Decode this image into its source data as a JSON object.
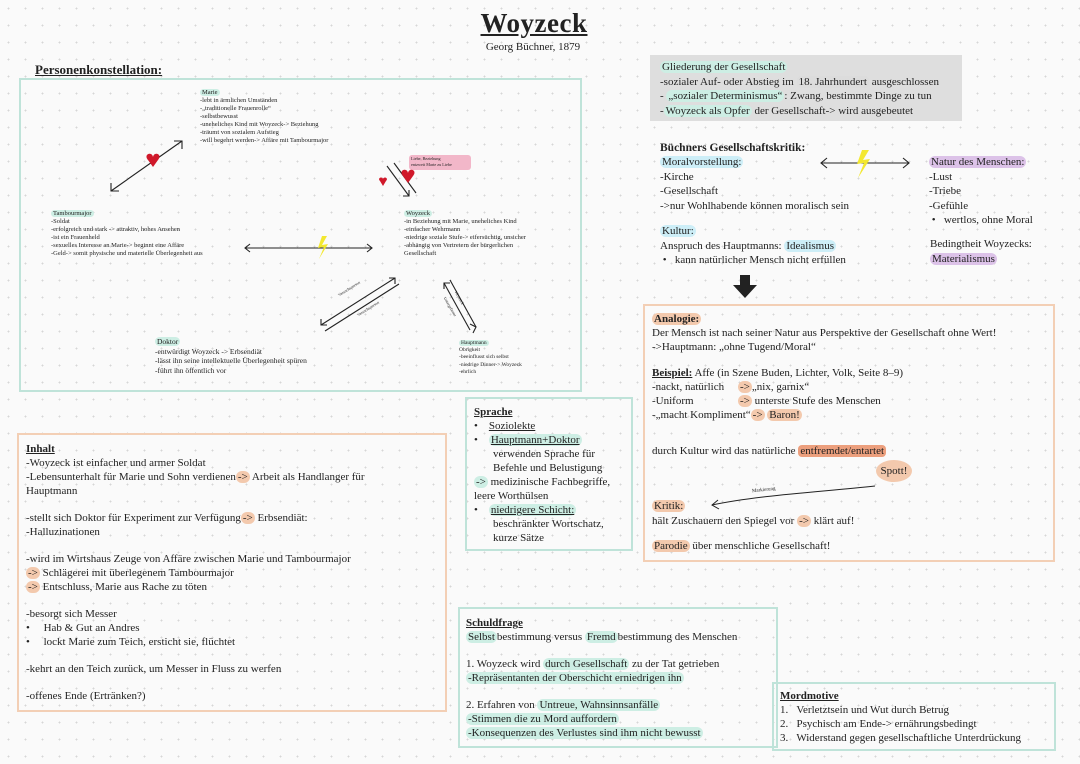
{
  "title": "Woyzeck",
  "subtitle": "Georg Büchner, 1879",
  "personen": {
    "heading": "Personenkonstellation:",
    "marie": {
      "name": "Marie",
      "lines": [
        "-lebt in ärmlichen Umständen",
        "-„traditionelle Frauenrolle“",
        "-selbstbewusst",
        "-uneheliches Kind mit Woyzeck-> Beziehung",
        "-träumt von sozialem Aufstieg",
        "-will begehrt werden-> Affäre mit Tambourmajor"
      ]
    },
    "tambourmajor": {
      "name": "Tambourmajor",
      "lines": [
        "-Soldat",
        "-erfolgreich und stark -> attraktiv, hohes Ansehen",
        "-ist ein Frauenheld",
        "-sexuelles Interesse an Marie-> beginnt eine Affäre",
        "-Geld-> somit physische und materielle Überlegenheit aus"
      ]
    },
    "woyzeck": {
      "name": "Woyzeck",
      "lines": [
        "-in Beziehung mit Marie, uneheliches Kind",
        "-einfacher Wehrmann",
        "-niedrige soziale Stufe-> eifersüchtig, unsicher",
        "-abhängig von Vertretern der bürgerlichen",
        "Gesellschaft"
      ]
    },
    "doktor": {
      "name": "Doktor",
      "lines": [
        "-entwürdigt Woyzeck -> Erbsendiät",
        "-lässt ihn seine intellektuelle Überlegenheit spüren",
        "-führt ihn öffentlich vor"
      ]
    },
    "hauptmann": {
      "name": "Hauptmann",
      "lines": [
        "Obrigkeit",
        "-beeinflusst sich selbst",
        "-niedrige Dinner-> Woyzeck",
        "-ehrlich"
      ]
    },
    "pink_note": [
      "Liebe, Beziehung",
      "entzweit Marie zu Liebe"
    ],
    "arrow_labels": [
      "Versuchsperson",
      "Versuchsperson",
      "Woyzeck",
      "Untergebener"
    ]
  },
  "gliederung": {
    "heading": "Gliederung der Gesellschaft",
    "line1_a": "-sozialer Auf- oder Abstieg im ",
    "line1_b": "18. Jahrhundert",
    "line1_c": " ausgeschlossen",
    "line2_a": "- ",
    "line2_b": "„sozialer Determinismus“",
    "line2_c": ": Zwang, bestimmte Dinge zu tun",
    "line3_a": "-",
    "line3_b": "Woyzeck als Opfer",
    "line3_c": " der Gesellschaft-> wird ausgebeutet"
  },
  "kritik": {
    "heading": "Büchners Gesellschaftskritik:",
    "moral_label": "Moralvorstellung:",
    "moral_lines": [
      "-Kirche",
      "-Gesellschaft",
      "->nur Wohlhabende können moralisch sein"
    ],
    "natur_label": "Natur des Menschen:",
    "natur_lines": [
      "-Lust",
      "-Triebe",
      "-Gefühle"
    ],
    "natur_bullet": "wertlos, ohne Moral",
    "kultur_label": "Kultur:",
    "kultur_line_a": "Anspruch des Hauptmanns: ",
    "kultur_line_b": "Idealismus",
    "kultur_bullet": "kann natürlicher Mensch nicht erfüllen",
    "bedingt_line": "Bedingtheit Woyzecks:",
    "bedingt_label": "Materialismus"
  },
  "analogie": {
    "label": "Analogie:",
    "line1": "Der Mensch ist nach seiner Natur aus Perspektive der Gesellschaft ohne Wert!",
    "line2": "->Hauptmann: „ohne Tugend/Moral“",
    "beispiel_label": "Beispiel:",
    "beispiel_rest": " Affe (in Szene Buden, Lichter, Volk, Seite 8–9)",
    "row1_a": "-nackt, natürlich",
    "row1_b": "„nix, garnix“",
    "row2_a": "-Uniform",
    "row2_b": "unterste Stufe des Menschen",
    "row3_a": "-„macht Kompliment“",
    "row3_b": "Baron!",
    "arrow": "->",
    "kultur_a": "durch Kultur wird das natürliche ",
    "kultur_b": "entfremdet/entartet",
    "spott": "Spott!",
    "kritik_label": "Kritik:",
    "kritik_line_a": "hält Zuschauern den Spiegel vor ",
    "kritik_line_b": " klärt auf!",
    "mark_label": "Markierung",
    "parodie_a": "Parodie",
    "parodie_b": " über menschliche Gesellschaft!"
  },
  "inhalt": {
    "heading": "Inhalt",
    "l1": "-Woyzeck ist einfacher und armer Soldat",
    "l2_a": "-Lebensunterhalt für Marie und Sohn verdienen",
    "l2_b": " Arbeit als Handlanger für",
    "l3": "Hauptmann",
    "l4_a": "-stellt sich Doktor für Experiment zur Verfügung",
    "l4_b": " Erbsendiät:",
    "l5": "-Halluzinationen",
    "l6": "-wird im Wirtshaus Zeuge von Affäre zwischen Marie und Tambourmajor",
    "l7": " Schlägerei mit überlegenem Tambourmajor",
    "l8": " Entschluss, Marie aus Rache zu töten",
    "l9": "-besorgt sich Messer",
    "b1": "Hab & Gut an Andres",
    "b2": "lockt Marie zum Teich, ersticht sie, flüchtet",
    "l10": "-kehrt an den Teich zurück, um Messer in Fluss zu werfen",
    "l11": "-offenes Ende (Ertränken?)",
    "arrow": "->"
  },
  "sprache": {
    "heading": "Sprache",
    "b1": "Soziolekte",
    "b2": "Hauptmann+Doktor",
    "b2_lines": [
      "verwenden Sprache für",
      "Befehle und Belustigung"
    ],
    "b2_arrow": "->",
    "b2_arrow_rest": " medizinische Fachbegriffe,",
    "b2_last": "leere Worthülsen",
    "b3": "niedrigere Schicht:",
    "b3_lines": [
      "beschränkter Wortschatz,",
      "kurze Sätze"
    ]
  },
  "schuld": {
    "heading": "Schuldfrage",
    "line_a": "Selbst",
    "line_b": "bestimmung versus ",
    "line_c": "Fremd",
    "line_d": "bestimmung des Menschen",
    "p1_a": "1.   Woyzeck wird ",
    "p1_b": "durch Gesellschaft",
    "p1_c": " zu der Tat getrieben",
    "p1_l2": "-Repräsentanten der Oberschicht erniedrigen ihn",
    "p2_a": "2.    Erfahren von ",
    "p2_b": "Untreue, Wahnsinnsanfälle",
    "p2_l2": "-Stimmen die zu Mord auffordern",
    "p2_l3": "-Konsequenzen des Verlustes sind ihm nicht bewusst"
  },
  "mord": {
    "heading": "Mordmotive",
    "items": [
      "Verletztsein und Wut durch Betrug",
      "Psychisch am Ende-> ernährungsbedingt",
      "Widerstand gegen gesellschaftliche Unterdrückung"
    ]
  },
  "colors": {
    "teal": "#bfe3d9",
    "peach": "#f3cfb5",
    "purple": "#dcc2e8",
    "orange": "#ec9f7d",
    "heart": "#d0182a",
    "yellow": "#f3e830"
  }
}
